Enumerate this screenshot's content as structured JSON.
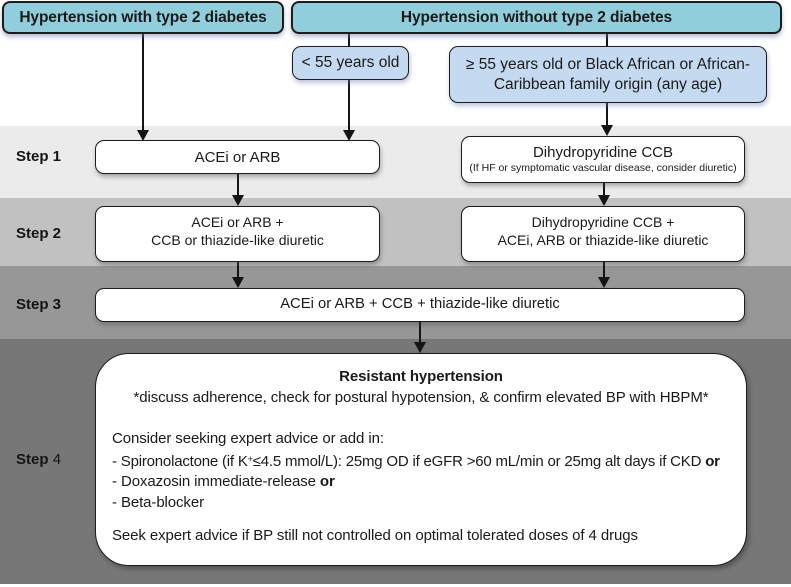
{
  "title": "Hypertension treatment steps flowchart",
  "colors": {
    "teal_box": "#92cddc",
    "light_blue_box": "#c5d9f1",
    "band_step1": "#ebebeb",
    "band_step2": "#c1c1c1",
    "band_step3": "#979797",
    "band_step4": "#777777",
    "box_border": "#1c1c1c",
    "arrow": "#141414"
  },
  "top": {
    "with_diabetes": "Hypertension with type 2 diabetes",
    "without_diabetes": "Hypertension without type 2 diabetes",
    "under_55": "< 55 years old",
    "over_55_line1": "≥ 55 years old or Black African or African-",
    "over_55_line2": "Caribbean family origin (any age)"
  },
  "step1": {
    "label": "Step 1",
    "left_box": "ACEi or ARB",
    "right_box_title": "Dihydropyridine CCB",
    "right_box_note": "(If HF or symptomatic vascular disease, consider diuretic)"
  },
  "step2": {
    "label": "Step 2",
    "left_line1": "ACEi or ARB +",
    "left_line2": "CCB or thiazide-like diuretic",
    "right_line1": "Dihydropyridine CCB +",
    "right_line2": "ACEi, ARB or thiazide-like diuretic"
  },
  "step3": {
    "label": "Step 3",
    "box": "ACEi or ARB + CCB + thiazide-like diuretic"
  },
  "step4": {
    "label_word": "Step ",
    "label_num": "4",
    "title": "Resistant hypertension",
    "subtitle": "*discuss adherence, check for postural hypotension, & confirm elevated BP with HBPM*",
    "consider": "Consider seeking expert advice or add in:",
    "spiro_pre": "- Spironolactone (if K",
    "spiro_sup": "+",
    "spiro_mid": "≤4.5 mmol/L): 25mg OD if eGFR >60 mL/min or 25mg alt days if CKD ",
    "spiro_or": "or",
    "doxazosin": "- Doxazosin immediate-release ",
    "doxazosin_or": "or",
    "beta_blocker": "- Beta-blocker",
    "seek": "Seek expert advice if BP still not controlled on optimal tolerated doses of 4 drugs"
  }
}
